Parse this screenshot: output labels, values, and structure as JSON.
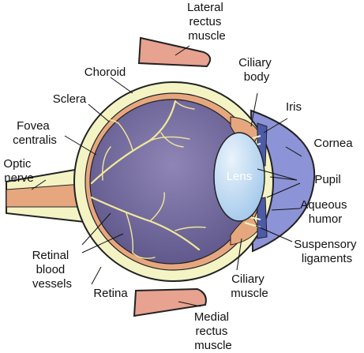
{
  "diagram": {
    "labels": {
      "lateral_rectus": [
        "Lateral",
        "rectus",
        "muscle"
      ],
      "choroid": [
        "Choroid"
      ],
      "ciliary_body": [
        "Ciliary",
        "body"
      ],
      "sclera": [
        "Sclera"
      ],
      "iris": [
        "Iris"
      ],
      "fovea": [
        "Fovea",
        "centralis"
      ],
      "cornea": [
        "Cornea"
      ],
      "optic_nerve": [
        "Optic",
        "nerve"
      ],
      "lens": [
        "Lens"
      ],
      "pupil": [
        "Pupil"
      ],
      "aqueous": [
        "Aqueous",
        "humor"
      ],
      "suspensory": [
        "Suspensory",
        "ligaments"
      ],
      "retinal_vessels": [
        "Retinal",
        "blood",
        "vessels"
      ],
      "retina": [
        "Retina"
      ],
      "ciliary_muscle": [
        "Ciliary",
        "muscle"
      ],
      "medial_rectus": [
        "Medial",
        "rectus",
        "muscle"
      ]
    },
    "colors": {
      "sclera": "#f3f3c4",
      "choroid": "#e6a77f",
      "vitreous": "#5d5589",
      "vitreous_light": "#8f86b6",
      "lens": "#b9d8f2",
      "cornea": "#8c93d6",
      "muscle": "#e7a290",
      "nerve": "#e6a77f",
      "vessel": "#f2e89a"
    }
  }
}
